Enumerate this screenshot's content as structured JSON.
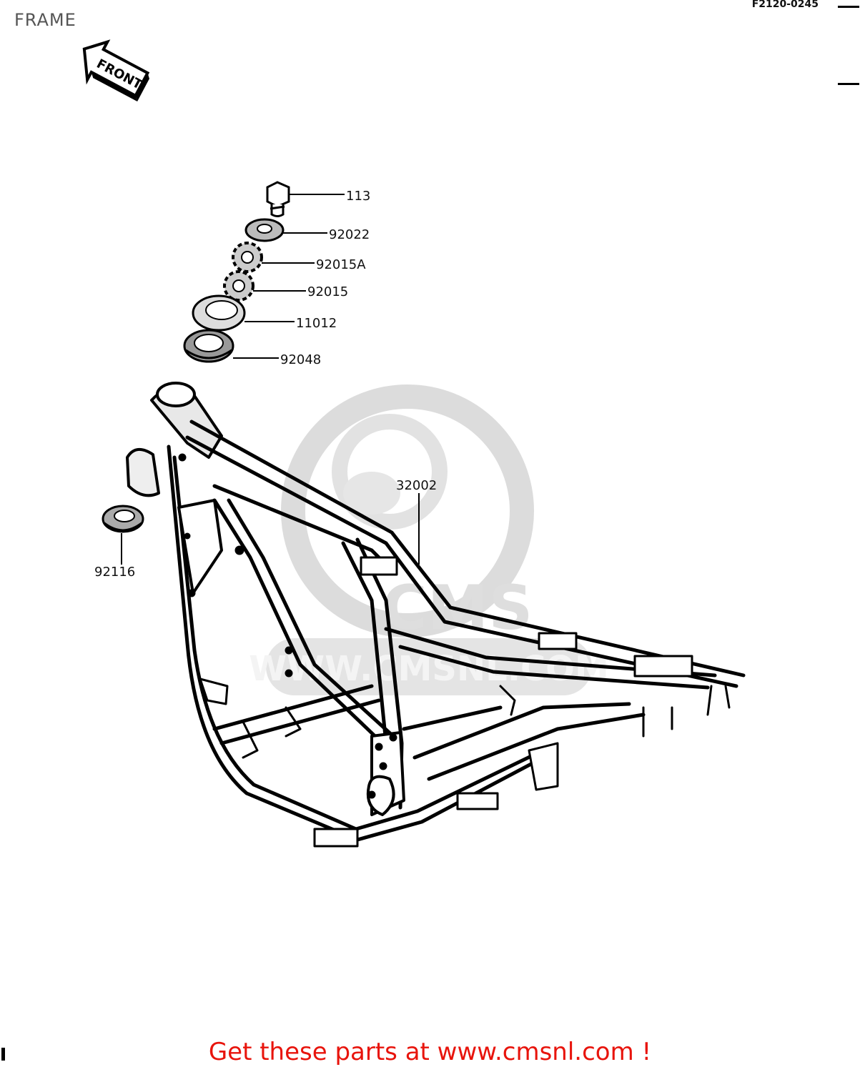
{
  "header": {
    "title": "FRAME",
    "diagram_code": "F2120-0245"
  },
  "front_arrow": {
    "label": "FRONT"
  },
  "parts": [
    {
      "number": "113"
    },
    {
      "number": "92022"
    },
    {
      "number": "92015A"
    },
    {
      "number": "92015"
    },
    {
      "number": "11012"
    },
    {
      "number": "92048"
    },
    {
      "number": "32002"
    },
    {
      "number": "92116"
    }
  ],
  "watermark": {
    "text": "WWW.CMSNL.COM",
    "logo_text": "CMS"
  },
  "footer": {
    "link_text": "Get these parts at www.cmsnl.com !"
  },
  "colors": {
    "link": "#e8140c",
    "watermark": "#d9d9d9",
    "ink": "#111111"
  }
}
